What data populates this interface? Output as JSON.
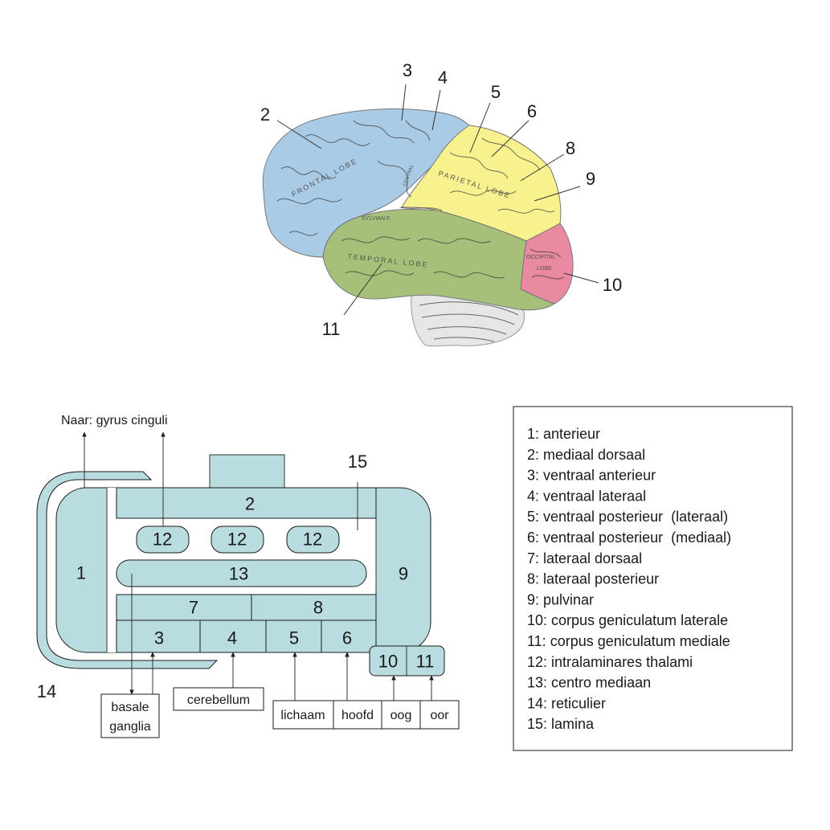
{
  "brain": {
    "lobes": {
      "frontal": "FRONTAL LOBE",
      "parietal": "PARIETAL LOBE",
      "temporal": "TEMPORAL LOBE",
      "occipital_1": "OCCIPITAL",
      "occipital_2": "LOBE",
      "sylvian": "SYLVIAN F.",
      "central": "CENTRAL"
    },
    "labels": [
      "2",
      "3",
      "4",
      "5",
      "6",
      "8",
      "9",
      "10",
      "11"
    ],
    "colors": {
      "frontal": "#a9cbe6",
      "parietal": "#f7f28e",
      "temporal": "#a6c07a",
      "occipital": "#e98aa0",
      "cerebellum": "#e6e6e6"
    }
  },
  "diagram": {
    "top_label": "Naar: gyrus cinguli",
    "nuclei": {
      "n1": "1",
      "n2": "2",
      "n3": "3",
      "n4": "4",
      "n5": "5",
      "n6": "6",
      "n7": "7",
      "n8": "8",
      "n9": "9",
      "n10": "10",
      "n11": "11",
      "n12": "12",
      "n13": "13"
    },
    "outer_labels": {
      "n14": "14",
      "n15": "15"
    },
    "targets": {
      "basale_1": "basale",
      "basale_2": "ganglia",
      "cerebellum": "cerebellum",
      "lichaam": "lichaam",
      "hoofd": "hoofd",
      "oog": "oog",
      "oor": "oor"
    },
    "fill_color": "#b8dcdf"
  },
  "legend": {
    "items": [
      "1: anterieur",
      "2: mediaal dorsaal",
      "3: ventraal anterieur",
      "4: ventraal lateraal",
      "5: ventraal posterieur  (lateraal)",
      "6: ventraal posterieur  (mediaal)",
      "7: lateraal dorsaal",
      "8: lateraal posterieur",
      "9: pulvinar",
      "10: corpus geniculatum laterale",
      "11: corpus geniculatum mediale",
      "12: intralaminares thalami",
      "13: centro mediaan",
      "14: reticulier",
      "15: lamina"
    ]
  }
}
